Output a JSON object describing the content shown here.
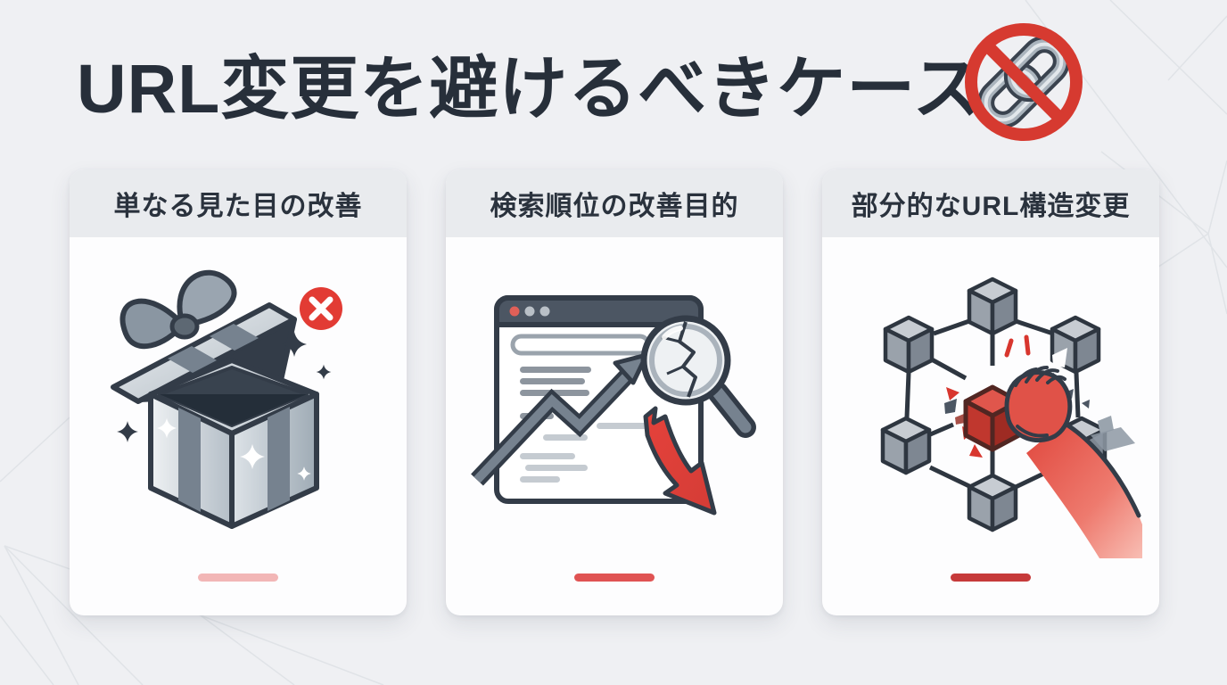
{
  "page": {
    "title": "URL変更を避けるべきケース",
    "background_color": "#eff0f3",
    "title_color": "#272f3a"
  },
  "no_link_icon": {
    "name": "no-link-prohibition-icon",
    "ring_color": "#d63a30",
    "chain_color": "#aab4bd"
  },
  "cards": [
    {
      "title": "単なる見た目の改善",
      "illustration": "open-gift-box-with-red-x-badge",
      "accent_color": "#f2b6b6"
    },
    {
      "title": "検索順位の改善目的",
      "illustration": "browser-ranking-chart-cracked-magnifier-red-down-arrow",
      "accent_color": "#e05353"
    },
    {
      "title": "部分的なURL構造変更",
      "illustration": "cube-network-hand-removing-red-cube",
      "accent_color": "#c63a3a"
    }
  ]
}
